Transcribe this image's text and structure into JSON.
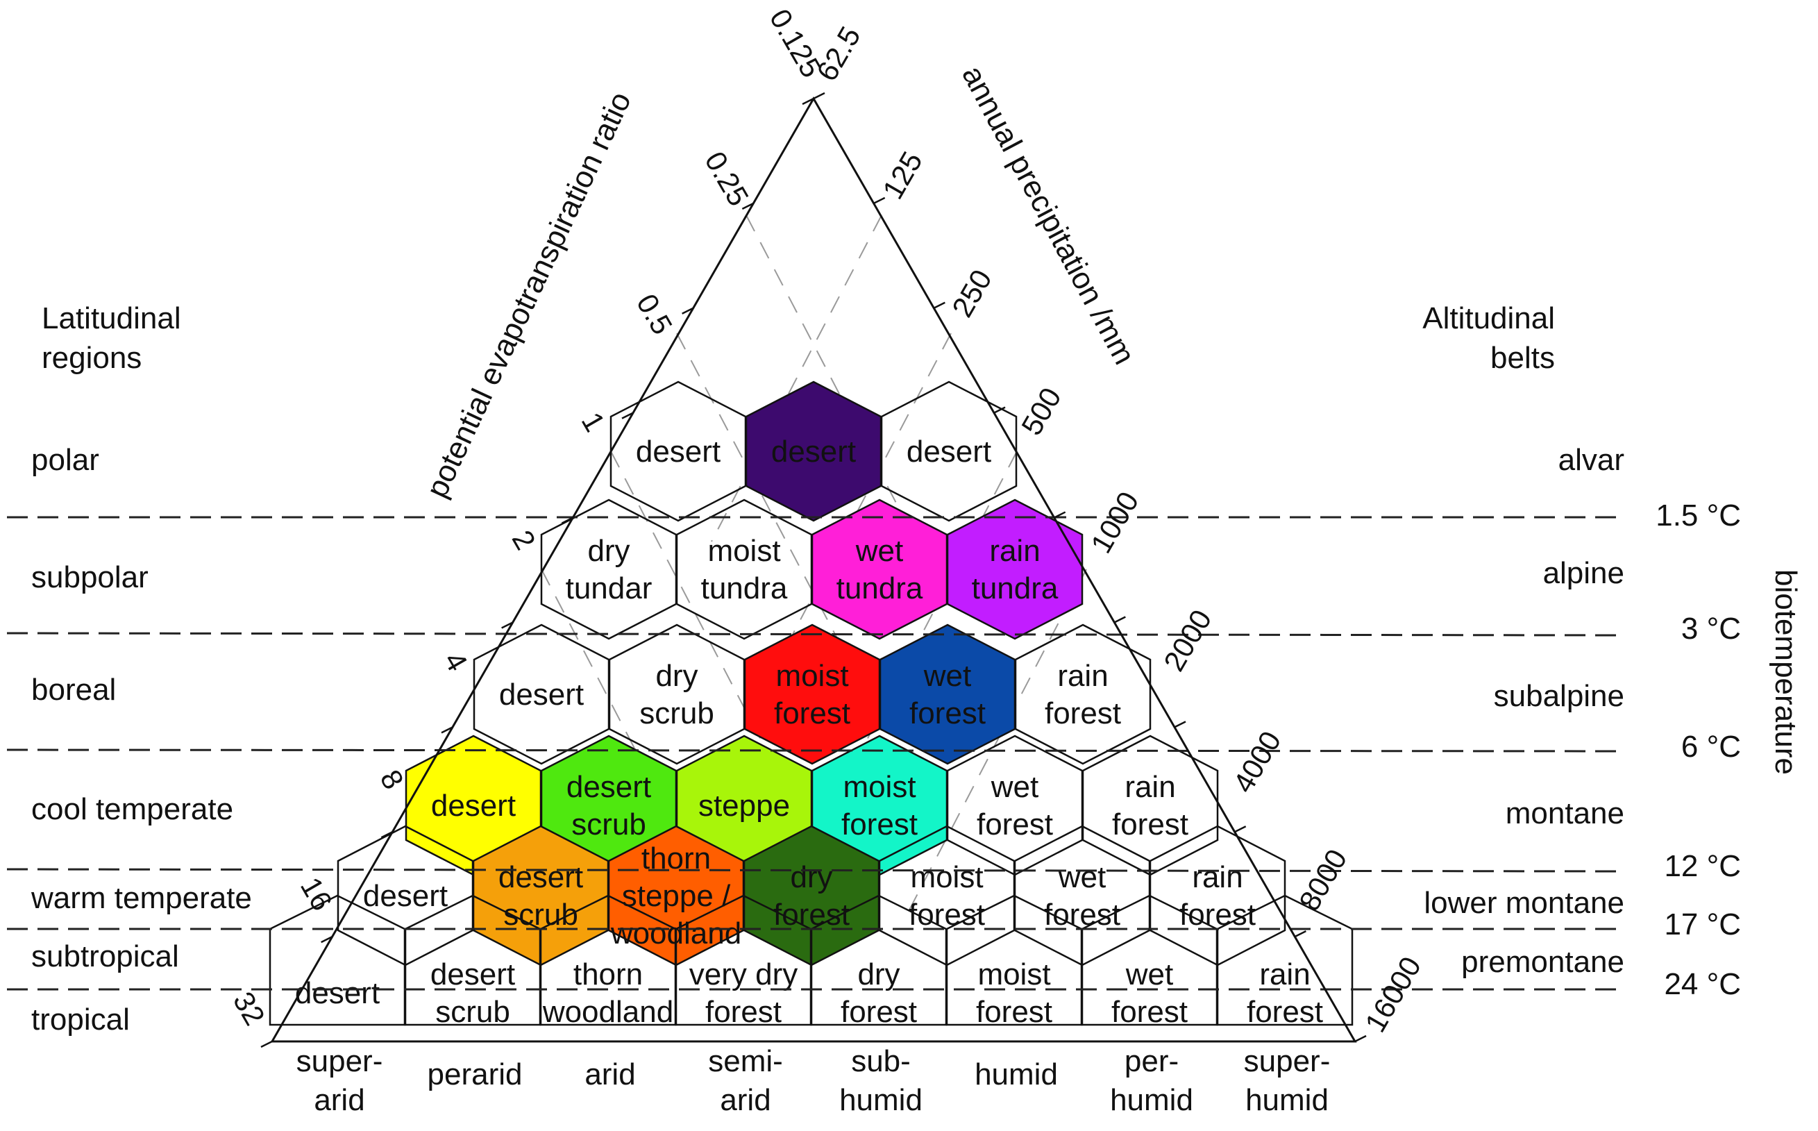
{
  "axes": {
    "left_title": "potential evapotranspiration ratio",
    "right_title": "annual precipitation /mm",
    "vertical_title": "biotemperature",
    "left_ticks": [
      "0.125",
      "0.25",
      "0.5",
      "1",
      "2",
      "4",
      "8",
      "16",
      "32"
    ],
    "right_ticks": [
      "62.5",
      "125",
      "250",
      "500",
      "1000",
      "2000",
      "4000",
      "8000",
      "16000"
    ]
  },
  "left_heading": [
    "Latitudinal",
    "regions"
  ],
  "right_heading": [
    "Altitudinal",
    "belts"
  ],
  "latitudinal_regions": [
    "polar",
    "subpolar",
    "boreal",
    "cool temperate",
    "warm temperate",
    "subtropical",
    "tropical"
  ],
  "altitudinal_belts": [
    "alvar",
    "alpine",
    "subalpine",
    "montane",
    "lower montane",
    "premontane"
  ],
  "temperature_lines": [
    "1.5 °C",
    "3 °C",
    "6 °C",
    "12 °C",
    "17 °C",
    "24 °C"
  ],
  "humidity_provinces": [
    [
      "super-",
      "arid"
    ],
    [
      "perarid"
    ],
    [
      "arid"
    ],
    [
      "semi-",
      "arid"
    ],
    [
      "sub-",
      "humid"
    ],
    [
      "humid"
    ],
    [
      "per-",
      "humid"
    ],
    [
      "super-",
      "humid"
    ]
  ],
  "colors": {
    "polar_desert": "#3d0a6e",
    "wet_tundra": "#ff1fd8",
    "rain_tundra": "#c21dff",
    "boreal_moist_forest": "#ff0d0d",
    "boreal_wet_forest": "#0b4aa8",
    "cool_desert": "#ffff00",
    "cool_desert_scrub": "#4fe80f",
    "steppe": "#a8f50a",
    "cool_moist_forest": "#13f5c8",
    "warm_desert_scrub": "#f5a00a",
    "thorn_steppe": "#ff5e00",
    "warm_dry_forest": "#2a6b10"
  },
  "zones": [
    {
      "row": 0,
      "col": 0,
      "lines": [
        "desert"
      ],
      "color": ""
    },
    {
      "row": 0,
      "col": 1,
      "lines": [
        "desert"
      ],
      "color": "#3d0a6e"
    },
    {
      "row": 0,
      "col": 2,
      "lines": [
        "desert"
      ],
      "color": ""
    },
    {
      "row": 1,
      "col": 0,
      "lines": [
        "dry",
        "tundar"
      ],
      "color": ""
    },
    {
      "row": 1,
      "col": 1,
      "lines": [
        "moist",
        "tundra"
      ],
      "color": ""
    },
    {
      "row": 1,
      "col": 2,
      "lines": [
        "wet",
        "tundra"
      ],
      "color": "#ff1fd8"
    },
    {
      "row": 1,
      "col": 3,
      "lines": [
        "rain",
        "tundra"
      ],
      "color": "#c21dff"
    },
    {
      "row": 2,
      "col": 0,
      "lines": [
        "desert"
      ],
      "color": ""
    },
    {
      "row": 2,
      "col": 1,
      "lines": [
        "dry",
        "scrub"
      ],
      "color": ""
    },
    {
      "row": 2,
      "col": 2,
      "lines": [
        "moist",
        "forest"
      ],
      "color": "#ff0d0d"
    },
    {
      "row": 2,
      "col": 3,
      "lines": [
        "wet",
        "forest"
      ],
      "color": "#0b4aa8"
    },
    {
      "row": 2,
      "col": 4,
      "lines": [
        "rain",
        "forest"
      ],
      "color": ""
    },
    {
      "row": 3,
      "col": 0,
      "lines": [
        "desert"
      ],
      "color": "#ffff00"
    },
    {
      "row": 3,
      "col": 1,
      "lines": [
        "desert",
        "scrub"
      ],
      "color": "#4fe80f"
    },
    {
      "row": 3,
      "col": 2,
      "lines": [
        "steppe"
      ],
      "color": "#a8f50a"
    },
    {
      "row": 3,
      "col": 3,
      "lines": [
        "moist",
        "forest"
      ],
      "color": "#13f5c8"
    },
    {
      "row": 3,
      "col": 4,
      "lines": [
        "wet",
        "forest"
      ],
      "color": ""
    },
    {
      "row": 3,
      "col": 5,
      "lines": [
        "rain",
        "forest"
      ],
      "color": ""
    },
    {
      "row": 4,
      "col": 0,
      "lines": [
        "desert"
      ],
      "color": ""
    },
    {
      "row": 4,
      "col": 1,
      "lines": [
        "desert",
        "scrub"
      ],
      "color": "#f5a00a"
    },
    {
      "row": 4,
      "col": 2,
      "lines": [
        "thorn",
        "steppe /",
        "woodland"
      ],
      "color": "#ff5e00"
    },
    {
      "row": 4,
      "col": 3,
      "lines": [
        "dry",
        "forest"
      ],
      "color": "#2a6b10"
    },
    {
      "row": 4,
      "col": 4,
      "lines": [
        "moist",
        "forest"
      ],
      "color": ""
    },
    {
      "row": 4,
      "col": 5,
      "lines": [
        "wet",
        "forest"
      ],
      "color": ""
    },
    {
      "row": 4,
      "col": 6,
      "lines": [
        "rain",
        "forest"
      ],
      "color": ""
    },
    {
      "row": 5,
      "col": 0,
      "lines": [
        "desert"
      ],
      "color": ""
    },
    {
      "row": 5,
      "col": 1,
      "lines": [
        "desert",
        "scrub"
      ],
      "color": ""
    },
    {
      "row": 5,
      "col": 2,
      "lines": [
        "thorn",
        "woodland"
      ],
      "color": ""
    },
    {
      "row": 5,
      "col": 3,
      "lines": [
        "very dry",
        "forest"
      ],
      "color": ""
    },
    {
      "row": 5,
      "col": 4,
      "lines": [
        "dry",
        "forest"
      ],
      "color": ""
    },
    {
      "row": 5,
      "col": 5,
      "lines": [
        "moist",
        "forest"
      ],
      "color": ""
    },
    {
      "row": 5,
      "col": 6,
      "lines": [
        "wet",
        "forest"
      ],
      "color": ""
    },
    {
      "row": 5,
      "col": 7,
      "lines": [
        "rain",
        "forest"
      ],
      "color": ""
    }
  ]
}
